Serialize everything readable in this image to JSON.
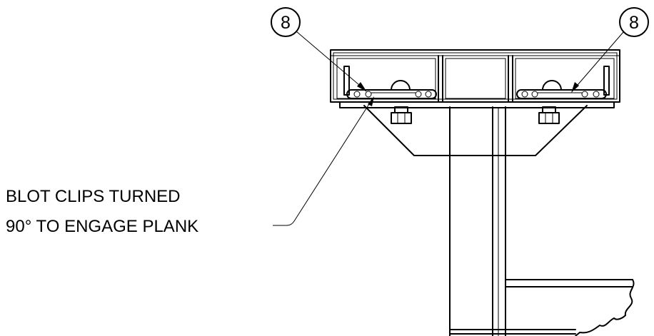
{
  "callouts": [
    {
      "label": "8"
    },
    {
      "label": "8"
    }
  ],
  "note": {
    "line1": "BLOT CLIPS TURNED",
    "line2": "90° TO ENGAGE PLANK"
  }
}
